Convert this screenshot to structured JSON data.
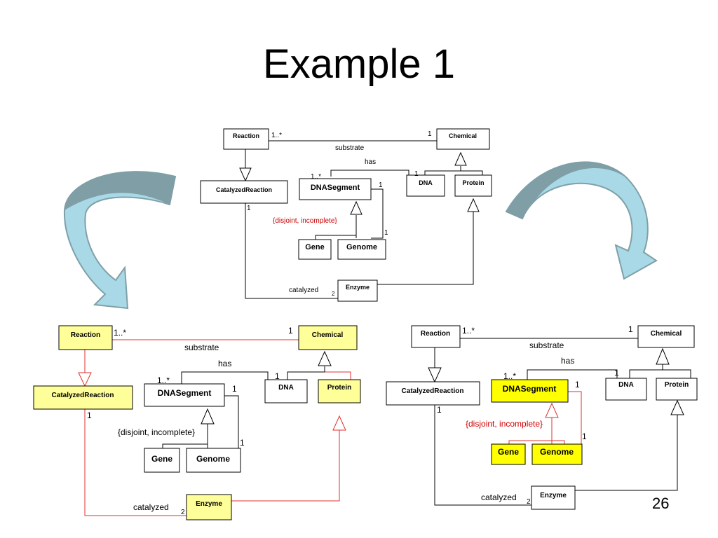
{
  "slide": {
    "title": "Example 1",
    "page_number": "26"
  },
  "colors": {
    "highlight_fill": "#ffff99",
    "highlight_strong": "#ffff00",
    "highlight_line": "#e03030",
    "arrow_fill": "#a9d8e6",
    "arrow_dark": "#7fa0a8",
    "constraint_text": "#cc0000"
  },
  "diagram": {
    "classes": {
      "reaction": "Reaction",
      "chemical": "Chemical",
      "catalyzed_reaction": "CatalyzedReaction",
      "dna_segment": "DNASegment",
      "dna": "DNA",
      "protein": "Protein",
      "gene": "Gene",
      "genome": "Genome",
      "enzyme": "Enzyme"
    },
    "labels": {
      "substrate": "substrate",
      "has": "has",
      "catalyzed": "catalyzed",
      "constraint": "{disjoint, incomplete}",
      "mult_many": "1..*",
      "mult_one": "1",
      "mult_two": "2"
    }
  }
}
